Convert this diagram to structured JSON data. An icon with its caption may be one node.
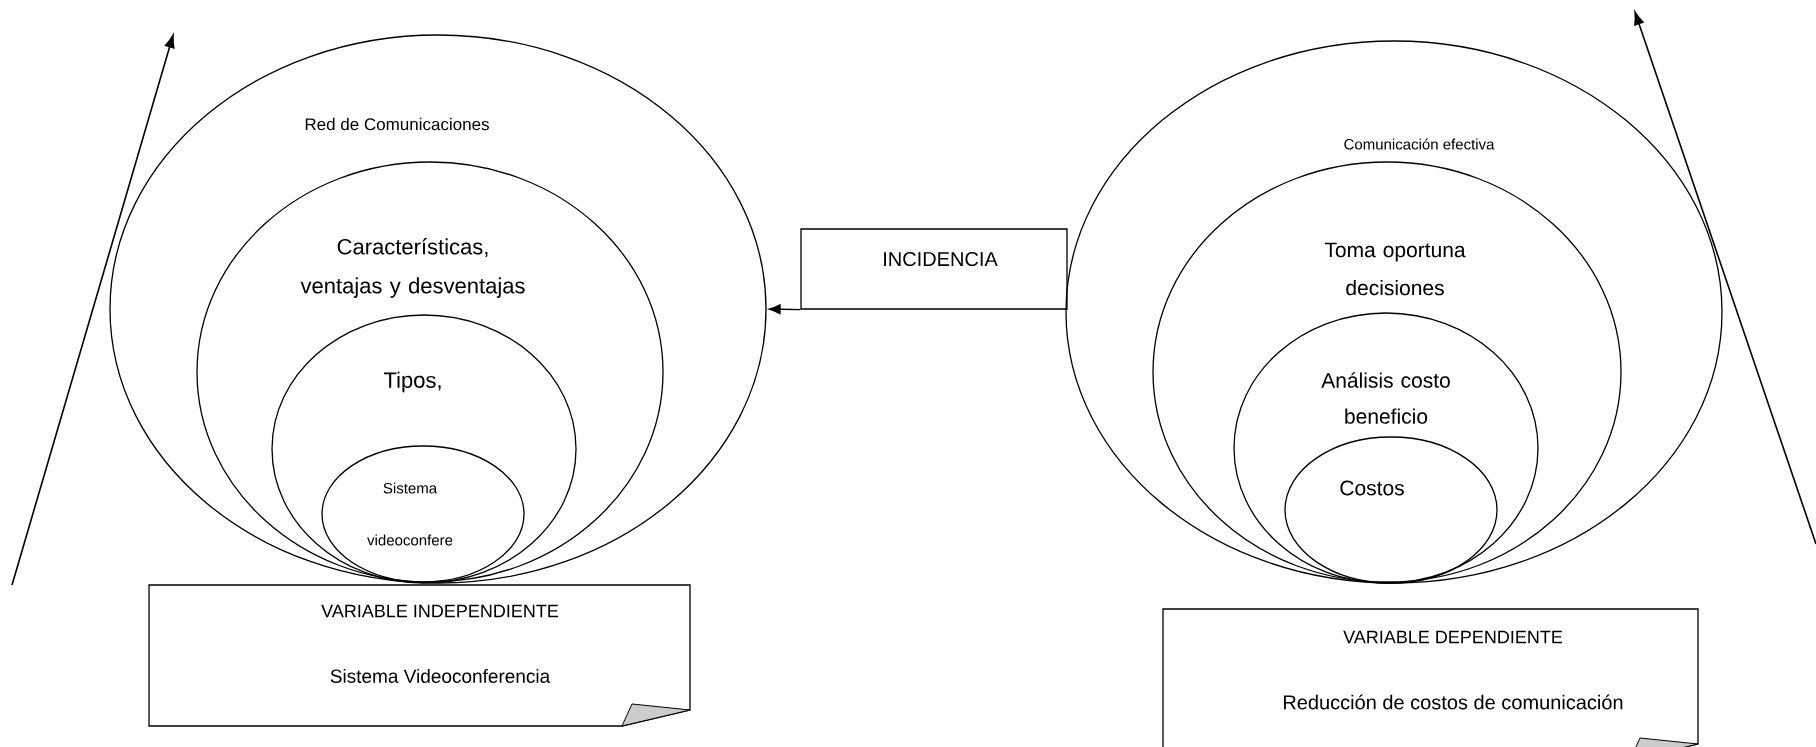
{
  "diagram": {
    "nodes": [
      {
        "text": [
          "Red de Comunicaciones"
        ]
      },
      {
        "text": [
          "Características, ventajas y desventajas"
        ],
        "in": 0
      },
      {
        "text": [
          "Tipos,"
        ],
        "in": 1
      },
      {
        "text": [
          "Sistema videoconfere"
        ],
        "in": 2
      },
      {
        "text": [
          "VARIABLE INDEPENDIENTE",
          "Sistema Videoconferencia"
        ]
      },
      {
        "text": [
          "INCIDENCIA"
        ]
      },
      {
        "text": [
          "Comunicación efectiva"
        ]
      },
      {
        "text": [
          "Toma oportuna decisiones"
        ],
        "in": 6
      },
      {
        "text": [
          "Análisis costo beneficio"
        ],
        "in": 7
      },
      {
        "text": [
          "Costos"
        ],
        "in": 8
      },
      {
        "text": [
          "VARIABLE DEPENDIENTE",
          "Reducción de costos de comunicación"
        ]
      }
    ],
    "edges": [
      {
        "from": 5,
        "to": 0,
        "arrow": "to"
      }
    ]
  }
}
